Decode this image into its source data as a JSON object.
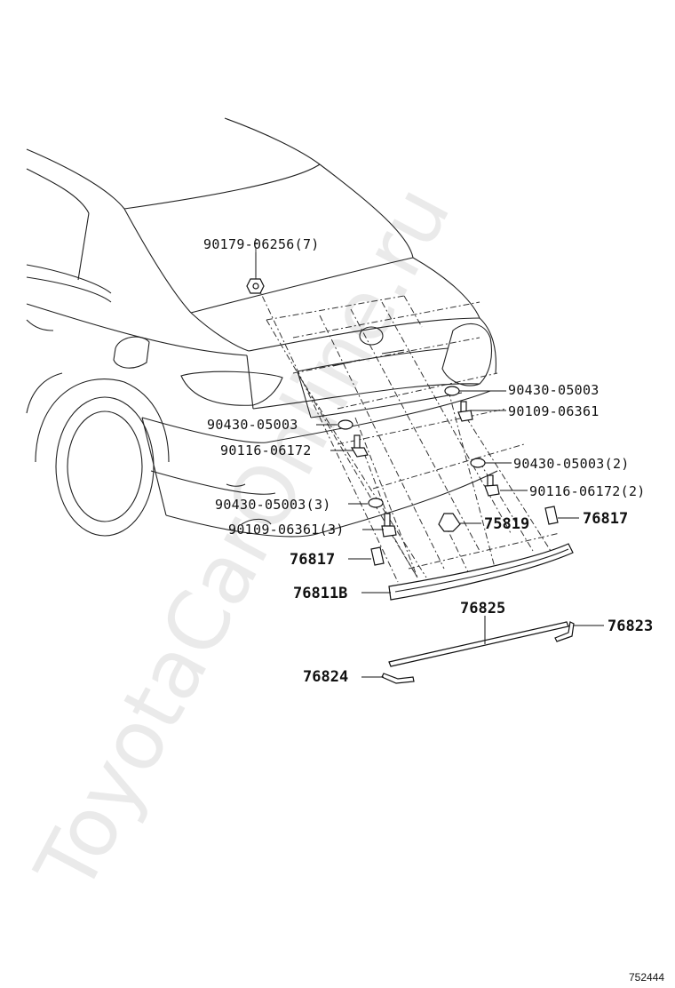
{
  "watermark": "ToyotaCarOnline.ru",
  "diagram_id": "752444",
  "labels": {
    "p1": "90179-06256(7)",
    "p2": "90430-05003",
    "p3": "90109-06361",
    "p4": "90430-05003",
    "p5": "90116-06172",
    "p6": "90430-05003(2)",
    "p7": "90116-06172(2)",
    "p8": "90430-05003(3)",
    "p9": "75819",
    "p10": "76817",
    "p11": "90109-06361(3)",
    "p12": "76817",
    "p13": "76811B",
    "p14": "76825",
    "p15": "76823",
    "p16": "76824"
  }
}
